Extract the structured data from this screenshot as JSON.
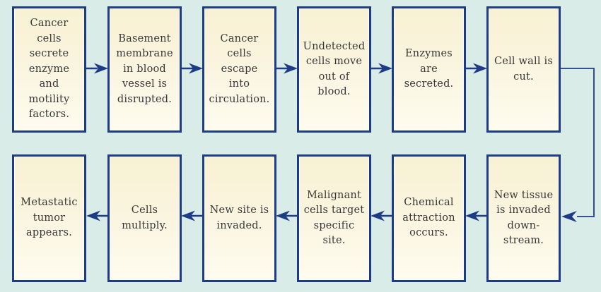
{
  "diagram": {
    "subject": "metastasis flowchart",
    "colors": {
      "background": "#d9ece7",
      "box_fill_top": "#f8f1d4",
      "box_fill_bottom": "#fefcf0",
      "box_border": "#1e3c85",
      "arrow": "#1e3c85",
      "text": "#383838"
    },
    "top_row_flow": "left-to-right",
    "bottom_row_flow": "right-to-left"
  },
  "boxes": [
    {
      "step": 1,
      "text": "Cancer\ncells\nsecrete\nenzyme\nand\nmotility\nfactors."
    },
    {
      "step": 2,
      "text": "Basement\nmembrane\nin blood\nvessel is\ndisrupted."
    },
    {
      "step": 3,
      "text": "Cancer\ncells\nescape\ninto\ncirculation."
    },
    {
      "step": 4,
      "text": "Undetected\ncells move\nout of\nblood."
    },
    {
      "step": 5,
      "text": "Enzymes\nare\nsecreted."
    },
    {
      "step": 6,
      "text": "Cell wall is\ncut."
    },
    {
      "step": 7,
      "text": "New tissue\nis invaded\ndown-\nstream."
    },
    {
      "step": 8,
      "text": "Chemical\nattraction\noccurs."
    },
    {
      "step": 9,
      "text": "Malignant\ncells target\nspecific\nsite."
    },
    {
      "step": 10,
      "text": "New site is\ninvaded."
    },
    {
      "step": 11,
      "text": "Cells\nmultiply."
    },
    {
      "step": 12,
      "text": "Metastatic\ntumor\nappears."
    }
  ]
}
